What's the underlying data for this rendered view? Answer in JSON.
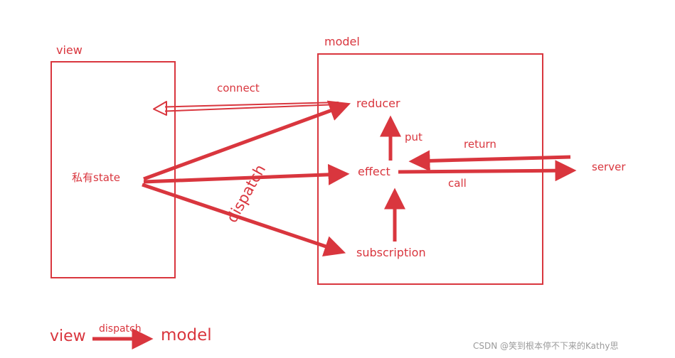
{
  "colors": {
    "accent": "#d9363e",
    "watermark": "#9a9a9a"
  },
  "view_box": {
    "title": "view"
  },
  "model_box": {
    "title": "model"
  },
  "nodes": {
    "private_state": "私有state",
    "reducer": "reducer",
    "effect": "effect",
    "subscription": "subscription",
    "server": "server"
  },
  "edges": {
    "connect": "connect",
    "dispatch": "dispatch",
    "put": "put",
    "return": "return",
    "call": "call"
  },
  "legend": {
    "from": "view",
    "label": "dispatch",
    "to": "model"
  },
  "watermark": "CSDN @笑到根本停不下来的Kathy思"
}
